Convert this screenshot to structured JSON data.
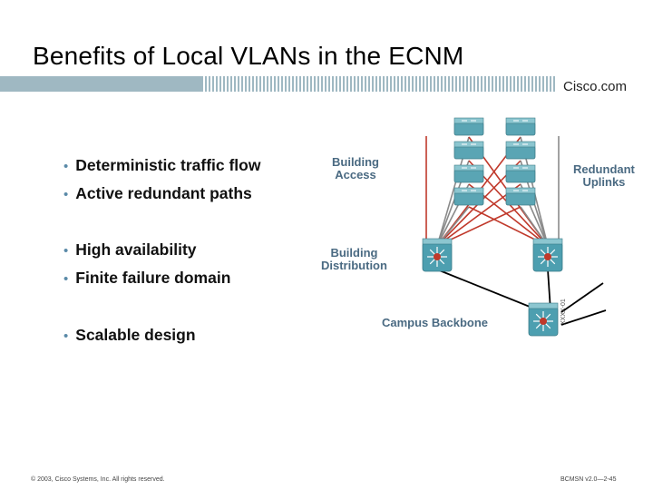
{
  "slide": {
    "title": "Benefits of Local VLANs in the ECNM",
    "brand": "Cisco.com",
    "bullets": [
      "Deterministic traffic flow",
      "Active redundant paths",
      "High availability",
      "Finite failure domain",
      "Scalable design"
    ]
  },
  "diagram": {
    "labels": {
      "building_access": "Building\nAccess",
      "building_distribution": "Building\nDistribution",
      "campus_backbone": "Campus Backbone",
      "redundant_uplinks": "Redundant\nUplinks"
    },
    "figure_id": "XXXX-01",
    "colors": {
      "access_switch": "#5aa5b4",
      "distribution_switch": "#4d9fb0",
      "uplink_red": "#c0392b",
      "uplink_gray": "#8a8a8a",
      "core_link": "#000000"
    }
  },
  "footer": {
    "copyright": "© 2003, Cisco Systems, Inc. All rights reserved.",
    "course": "BCMSN v2.0—2-45"
  },
  "colors": {
    "title_bar": "#9fb8c2",
    "bullet_dot": "#5a8aa8",
    "diagram_label": "#4a6a82"
  }
}
